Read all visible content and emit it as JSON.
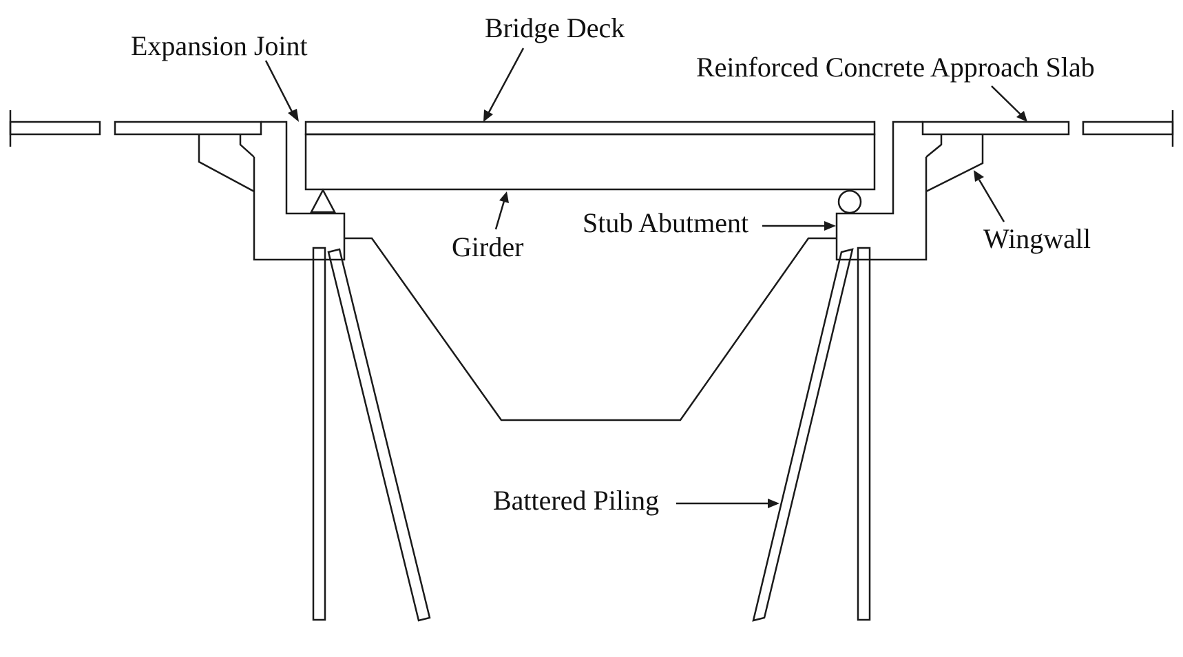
{
  "labels": {
    "expansion_joint": "Expansion Joint",
    "bridge_deck": "Bridge Deck",
    "approach_slab": "Reinforced Concrete Approach Slab",
    "stub_abutment": "Stub Abutment",
    "girder": "Girder",
    "wingwall": "Wingwall",
    "battered_piling": "Battered Piling"
  },
  "colors": {
    "line": "#1a1a1a",
    "background": "#ffffff"
  }
}
